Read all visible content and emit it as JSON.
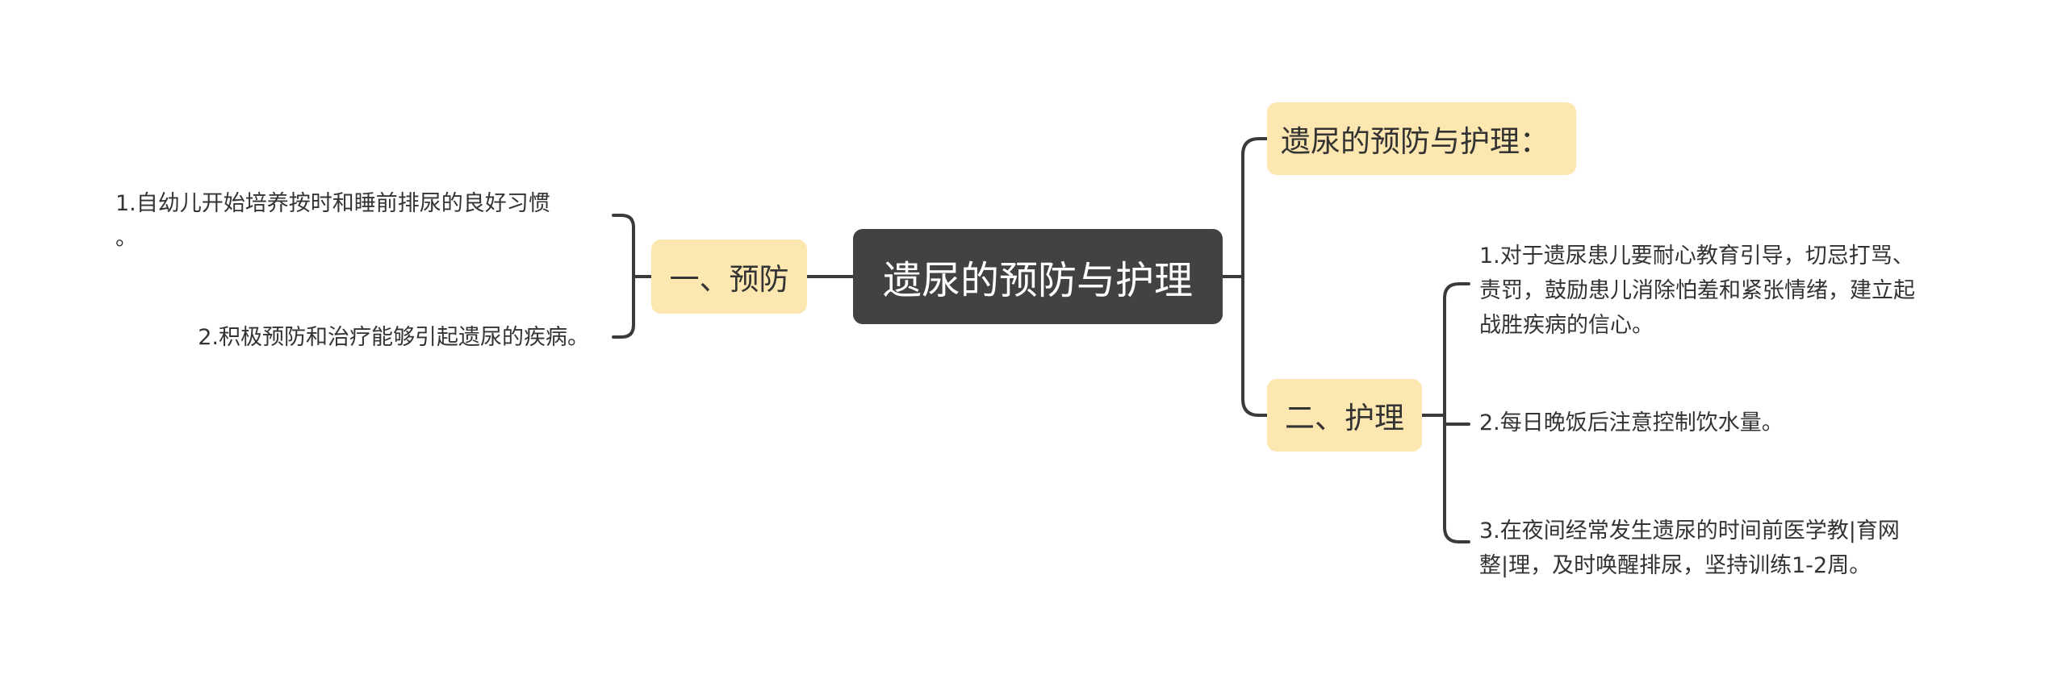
{
  "colors": {
    "root_fill": "#424242",
    "branch_fill": "#fde7b0",
    "connector": "#3a3a3a",
    "text": "#333333"
  },
  "mindmap": {
    "root": "遗尿的预防与护理",
    "intro": "遗尿的预防与护理：",
    "prevention": {
      "label": "一、预防",
      "items": [
        [
          "1.自幼儿开始培养按时和睡前排尿的良好习惯",
          "。"
        ],
        [
          "2.积极预防和治疗能够引起遗尿的疾病。"
        ]
      ]
    },
    "care": {
      "label": "二、护理",
      "items": [
        [
          "1.对于遗尿患儿要耐心教育引导，切忌打骂、",
          "责罚，鼓励患儿消除怕羞和紧张情绪，建立起",
          "战胜疾病的信心。"
        ],
        [
          "2.每日晚饭后注意控制饮水量。"
        ],
        [
          "3.在夜间经常发生遗尿的时间前医学教|育网",
          "整|理，及时唤醒排尿，坚持训练1-2周。"
        ]
      ]
    }
  }
}
